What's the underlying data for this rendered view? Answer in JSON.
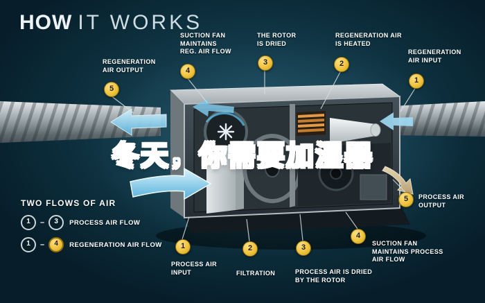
{
  "title": {
    "strong": "HOW",
    "light": "IT WORKS"
  },
  "overlay": {
    "text": "冬天，你需要加湿器"
  },
  "callouts": [
    {
      "num": "5",
      "label": "REGENERATION\nAIR OUTPUT"
    },
    {
      "num": "4",
      "label": "SUCTION FAN\nMAINTAINS\nREG. AIR FLOW"
    },
    {
      "num": "3",
      "label": "THE ROTOR\nIS DRIED"
    },
    {
      "num": "2",
      "label": "REGENERATION AIR\nIS HEATED"
    },
    {
      "num": "1",
      "label": "REGENERATION\nAIR INPUT"
    },
    {
      "num": "5",
      "label": "PROCESS AIR\nOUTPUT"
    },
    {
      "num": "4",
      "label": "SUCTION FAN\nMAINTAINS PROCESS\nAIR FLOW"
    },
    {
      "num": "3",
      "label": "PROCESS AIR IS DRIED\nBY THE ROTOR"
    },
    {
      "num": "2",
      "label": "FILTRATION"
    },
    {
      "num": "1",
      "label": "PROCESS AIR\nINPUT"
    }
  ],
  "legend": {
    "title": "TWO FLOWS OF AIR",
    "separator": "–",
    "rows": [
      {
        "from": "1",
        "to": "3",
        "label": "PROCESS AIR FLOW"
      },
      {
        "from": "1",
        "to": "4",
        "label": "REGENERATION AIR FLOW"
      }
    ]
  },
  "colors": {
    "background": "#0c2d3b",
    "accent_gold": "#f0c33c",
    "flow_blue": "#8fd4f0",
    "overlay_blue": "#1f6ed4"
  }
}
